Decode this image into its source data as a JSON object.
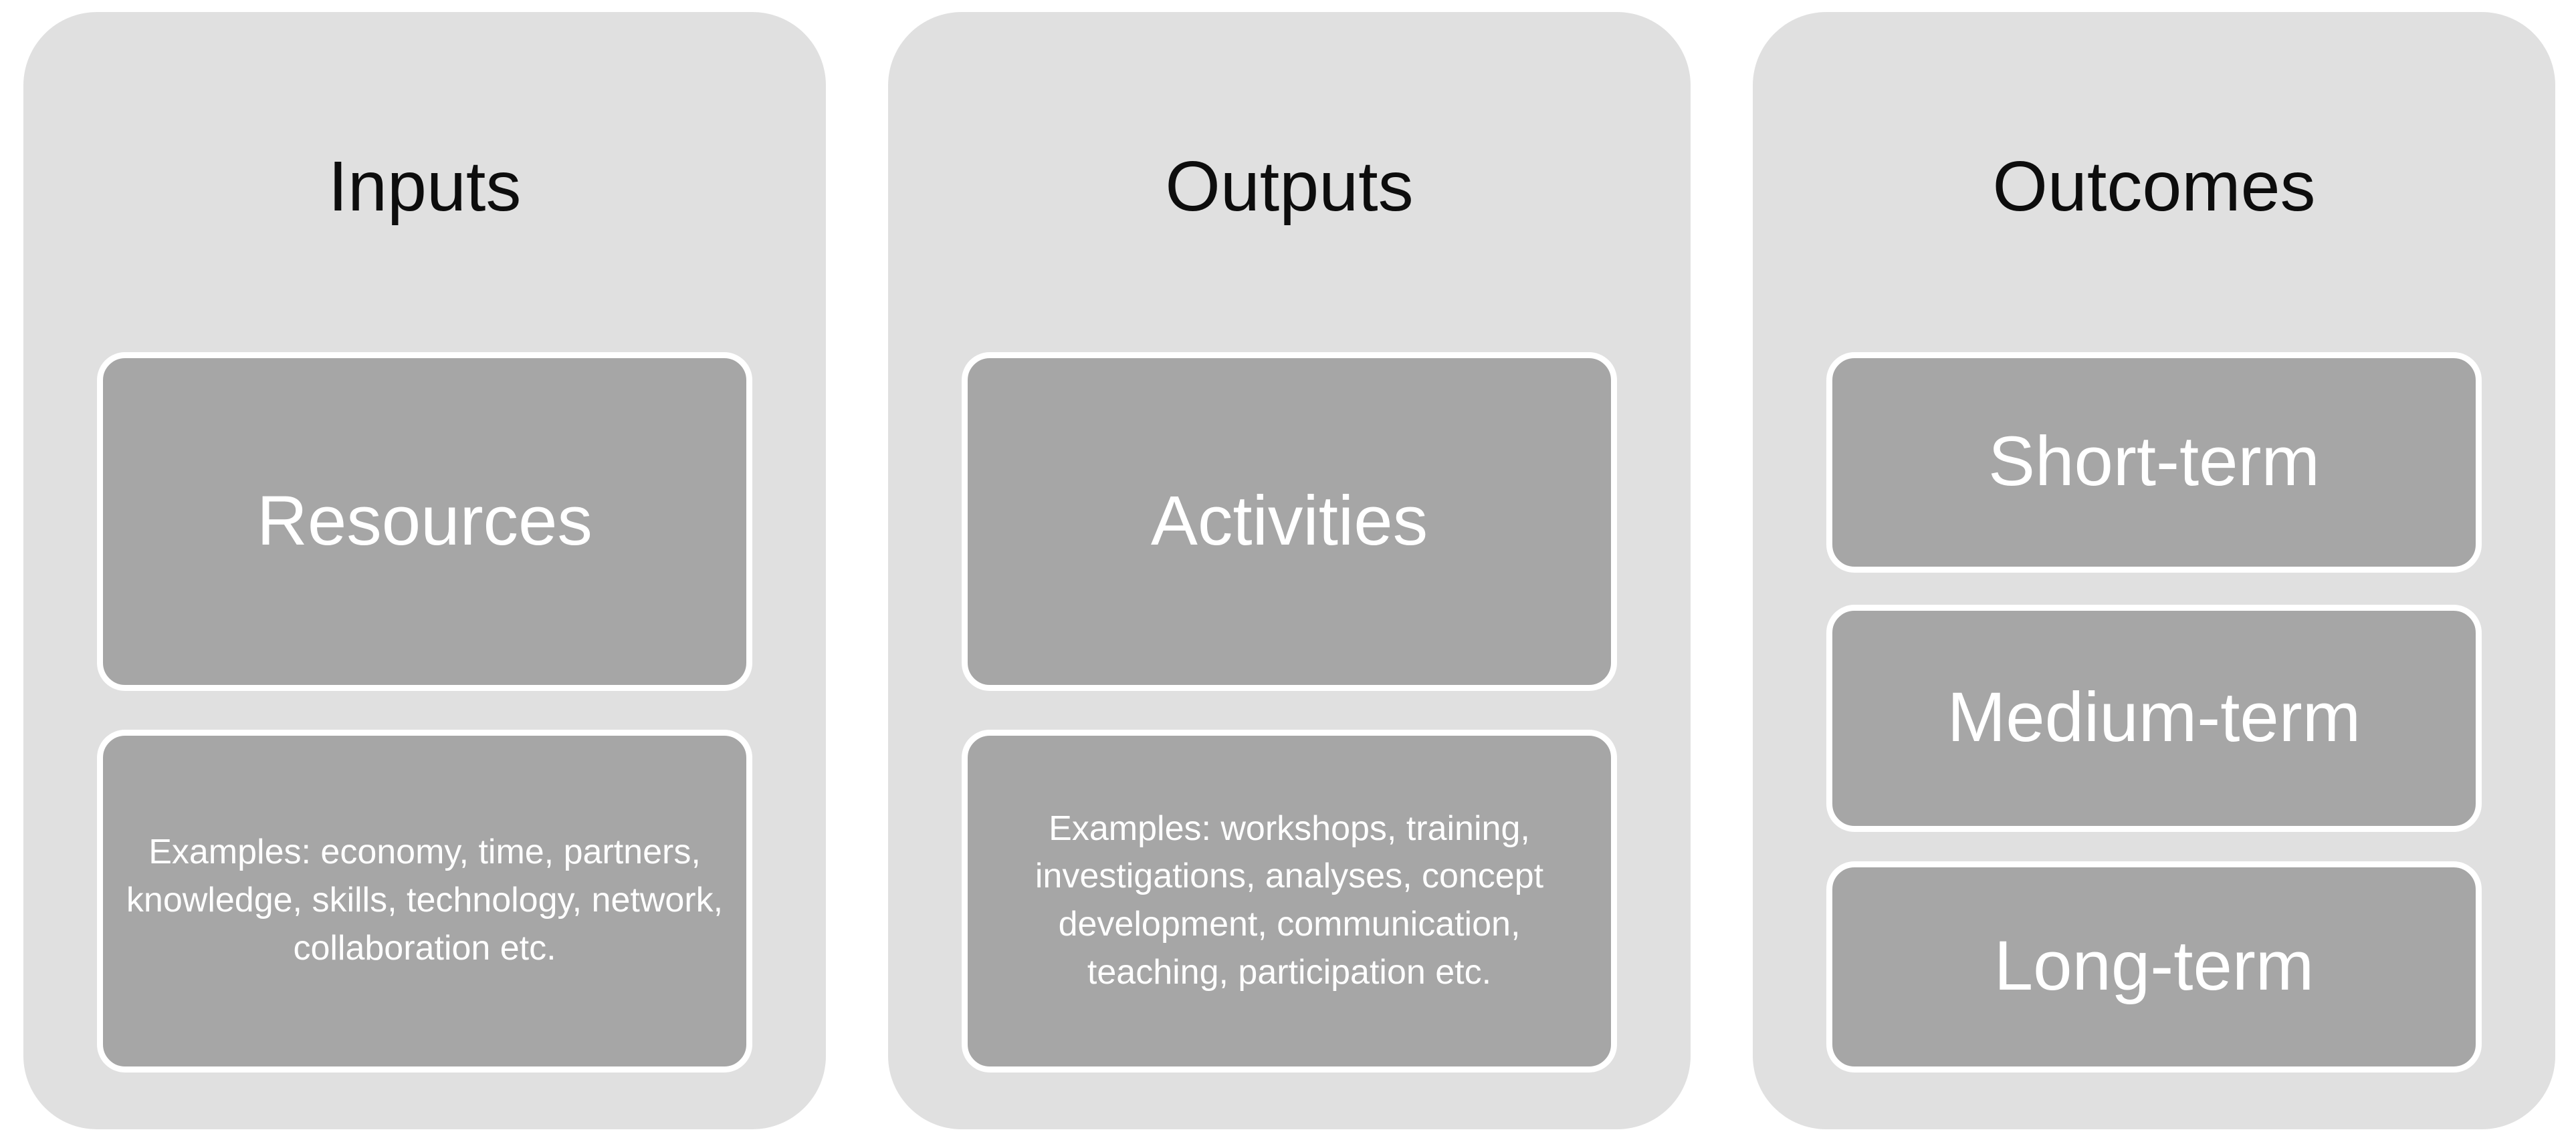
{
  "diagram": {
    "title": "logic-model",
    "colors": {
      "page_bg": "#ffffff",
      "panel_bg": "#e0e0e0",
      "box_bg": "#a6a6a6",
      "box_border": "#ffffff",
      "heading_text": "#0d0d0d",
      "box_text": "#ffffff"
    },
    "columns": [
      {
        "id": "inputs",
        "title": "Inputs",
        "boxes": [
          {
            "type": "primary",
            "label": "Resources"
          },
          {
            "type": "examples",
            "label": "Examples: economy, time, partners, knowledge, skills, technology, network, collaboration etc."
          }
        ]
      },
      {
        "id": "outputs",
        "title": "Outputs",
        "boxes": [
          {
            "type": "primary",
            "label": "Activities"
          },
          {
            "type": "examples",
            "label": "Examples: workshops, training, investigations, analyses, concept development, communication, teaching, participation etc."
          }
        ]
      },
      {
        "id": "outcomes",
        "title": "Outcomes",
        "boxes": [
          {
            "type": "primary",
            "label": "Short-term"
          },
          {
            "type": "primary",
            "label": "Medium-term"
          },
          {
            "type": "primary",
            "label": "Long-term"
          }
        ]
      }
    ]
  }
}
